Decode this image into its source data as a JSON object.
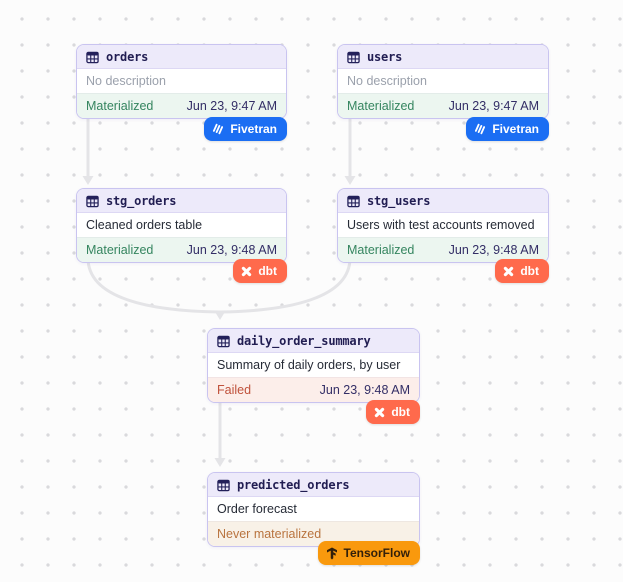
{
  "diagram": {
    "nodes": [
      {
        "id": "orders",
        "title": "orders",
        "description": "No description",
        "status": "Materialized",
        "timestamp": "Jun 23, 9:47 AM",
        "badge": "Fivetran"
      },
      {
        "id": "users",
        "title": "users",
        "description": "No description",
        "status": "Materialized",
        "timestamp": "Jun 23, 9:47 AM",
        "badge": "Fivetran"
      },
      {
        "id": "stg_orders",
        "title": "stg_orders",
        "description": "Cleaned orders table",
        "status": "Materialized",
        "timestamp": "Jun 23, 9:48 AM",
        "badge": "dbt"
      },
      {
        "id": "stg_users",
        "title": "stg_users",
        "description": "Users with test accounts removed",
        "status": "Materialized",
        "timestamp": "Jun 23, 9:48 AM",
        "badge": "dbt"
      },
      {
        "id": "daily_order_summary",
        "title": "daily_order_summary",
        "description": "Summary of daily orders, by user",
        "status": "Failed",
        "timestamp": "Jun 23, 9:48 AM",
        "badge": "dbt"
      },
      {
        "id": "predicted_orders",
        "title": "predicted_orders",
        "description": "Order forecast",
        "status": "Never materialized",
        "badge": "TensorFlow"
      }
    ],
    "edges": [
      {
        "from": "orders",
        "to": "stg_orders"
      },
      {
        "from": "users",
        "to": "stg_users"
      },
      {
        "from": "stg_orders",
        "to": "daily_order_summary"
      },
      {
        "from": "stg_users",
        "to": "daily_order_summary"
      },
      {
        "from": "daily_order_summary",
        "to": "predicted_orders"
      }
    ],
    "colors": {
      "fivetran_badge": "#1b6ef3",
      "dbt_badge": "#ff6a4c",
      "tensorflow_badge": "#f9990d",
      "materialized_text": "#35855f",
      "failed_text": "#c0523c",
      "never_materialized_text": "#b9743f",
      "node_border": "#c9c4f0",
      "node_header_bg": "#edeafa",
      "edge": "#e4e4e7"
    }
  }
}
